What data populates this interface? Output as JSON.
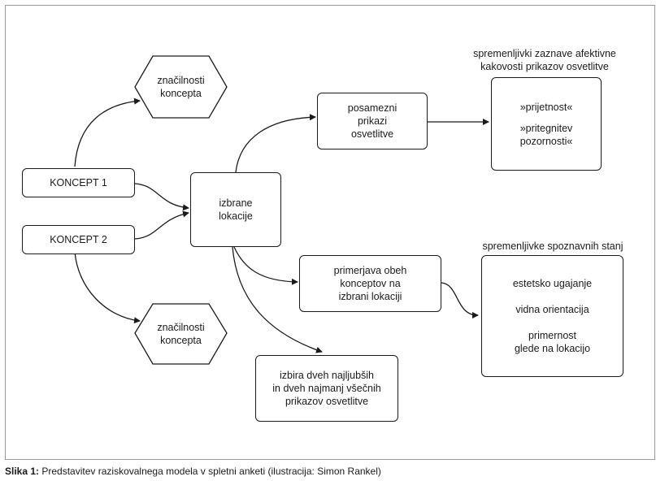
{
  "nodes": {
    "koncept1": "KONCEPT 1",
    "koncept2": "KONCEPT 2",
    "znacilnosti_top": [
      "značilnosti",
      "koncepta"
    ],
    "znacilnosti_bottom": [
      "značilnosti",
      "koncepta"
    ],
    "izbrane": [
      "izbrane",
      "lokacije"
    ],
    "posamezni": [
      "posamezni",
      "prikazi",
      "osvetlitve"
    ],
    "primerjava": [
      "primerjava obeh",
      "konceptov na",
      "izbrani lokaciji"
    ],
    "izbira": [
      "izbira dveh najljubših",
      "in dveh najmanj všečnih",
      "prikazov osvetlitve"
    ],
    "afektivne_box": [
      "»prijetnost«",
      "»pritegnitev",
      "pozornosti«"
    ],
    "spoznavne_box": [
      "estetsko ugajanje",
      "vidna orientacija",
      "primernost",
      "glede na lokacijo"
    ]
  },
  "headings": {
    "afektivne": [
      "spremenljivki zaznave afektivne",
      "kakovosti prikazov osvetlitve"
    ],
    "spoznavne": "spremenljivke spoznavnih stanj"
  },
  "caption": {
    "label": "Slika 1:",
    "text": " Predstavitev raziskovalnega modela v spletni anketi (ilustracija: Simon Rankel)"
  }
}
